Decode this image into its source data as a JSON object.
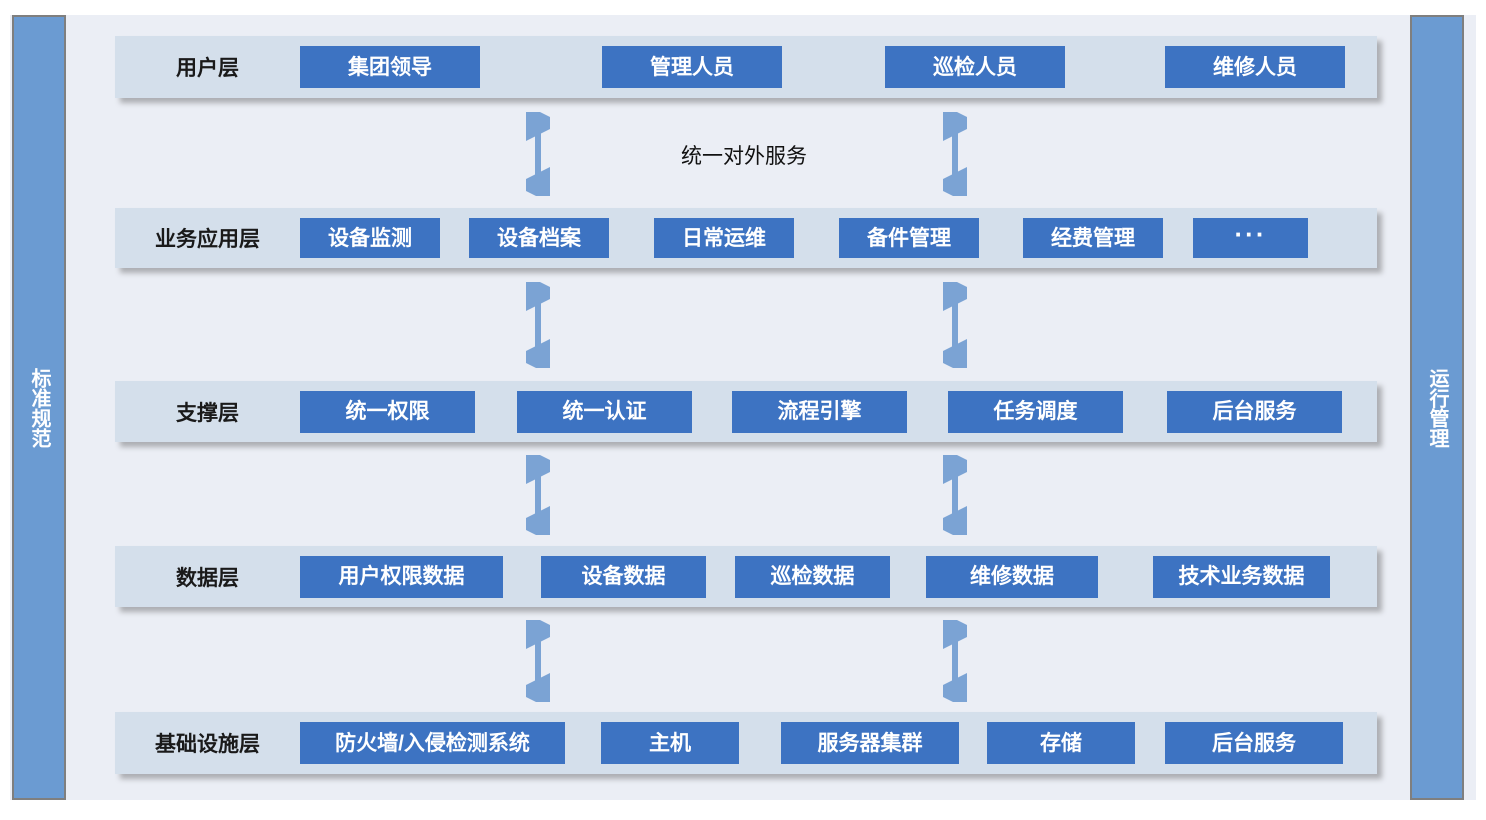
{
  "sidebars": {
    "left": {
      "text": "标准规范"
    },
    "right": {
      "text": "运行管理"
    }
  },
  "middle_label": {
    "text": "统一对外服务"
  },
  "layers": [
    {
      "id": "user",
      "title": "用户层",
      "items": [
        {
          "label": "集团领导"
        },
        {
          "label": "管理人员"
        },
        {
          "label": "巡检人员"
        },
        {
          "label": "维修人员"
        }
      ]
    },
    {
      "id": "biz",
      "title": "业务应用层",
      "items": [
        {
          "label": "设备监测"
        },
        {
          "label": "设备档案"
        },
        {
          "label": "日常运维"
        },
        {
          "label": "备件管理"
        },
        {
          "label": "经费管理"
        },
        {
          "label": "···"
        }
      ]
    },
    {
      "id": "support",
      "title": "支撑层",
      "items": [
        {
          "label": "统一权限"
        },
        {
          "label": "统一认证"
        },
        {
          "label": "流程引擎"
        },
        {
          "label": "任务调度"
        },
        {
          "label": "后台服务"
        }
      ]
    },
    {
      "id": "data",
      "title": "数据层",
      "items": [
        {
          "label": "用户权限数据"
        },
        {
          "label": "设备数据"
        },
        {
          "label": "巡检数据"
        },
        {
          "label": "维修数据"
        },
        {
          "label": "技术业务数据"
        }
      ]
    },
    {
      "id": "infra",
      "title": "基础设施层",
      "items": [
        {
          "label": "防火墙/入侵检测系统"
        },
        {
          "label": "主机"
        },
        {
          "label": "服务器集群"
        },
        {
          "label": "存储"
        },
        {
          "label": "后台服务"
        }
      ]
    }
  ],
  "colors": {
    "chip_blue": "#3d73c2",
    "band_blue": "#d4dfeb",
    "sidebar_blue": "#6b9bd2",
    "arrow_blue": "#7ba3d4",
    "page_background": "#ebeef5"
  }
}
